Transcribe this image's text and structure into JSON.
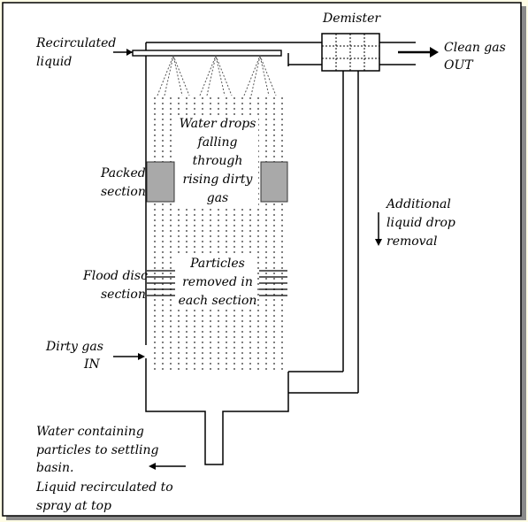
{
  "diagram": {
    "labels": {
      "demister": "Demister",
      "recirculated_liquid": [
        "Recirculated",
        "liquid"
      ],
      "clean_gas_out": [
        "Clean gas",
        "OUT"
      ],
      "packed_section": [
        "Packed",
        "section"
      ],
      "water_drops": [
        "Water drops",
        "falling",
        "through",
        "rising dirty",
        "gas"
      ],
      "additional_removal": [
        "Additional",
        "liquid drop",
        "removal"
      ],
      "flood_disc_section": [
        "Flood disc",
        "section"
      ],
      "particles_removed": [
        "Particles",
        "removed in",
        "each section"
      ],
      "dirty_gas_in": [
        "Dirty gas",
        "IN"
      ],
      "water_outlet": [
        "Water containing",
        "particles to settling",
        "basin.",
        "Liquid recirculated to",
        "spray at top"
      ]
    },
    "colors": {
      "background": "#fffde6",
      "frame": "#7a7a7a",
      "packing": "#a9a9a9",
      "line": "#000000"
    }
  }
}
